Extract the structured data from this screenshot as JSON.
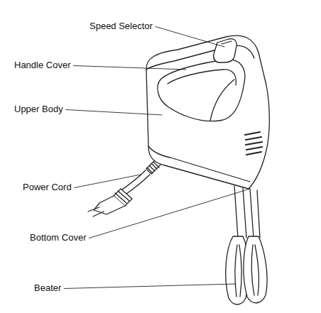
{
  "diagram": {
    "labels": [
      "Speed Selector",
      "Handle Cover",
      "Upper Body",
      "Power Cord",
      "Bottom Cover",
      "Beater"
    ]
  }
}
